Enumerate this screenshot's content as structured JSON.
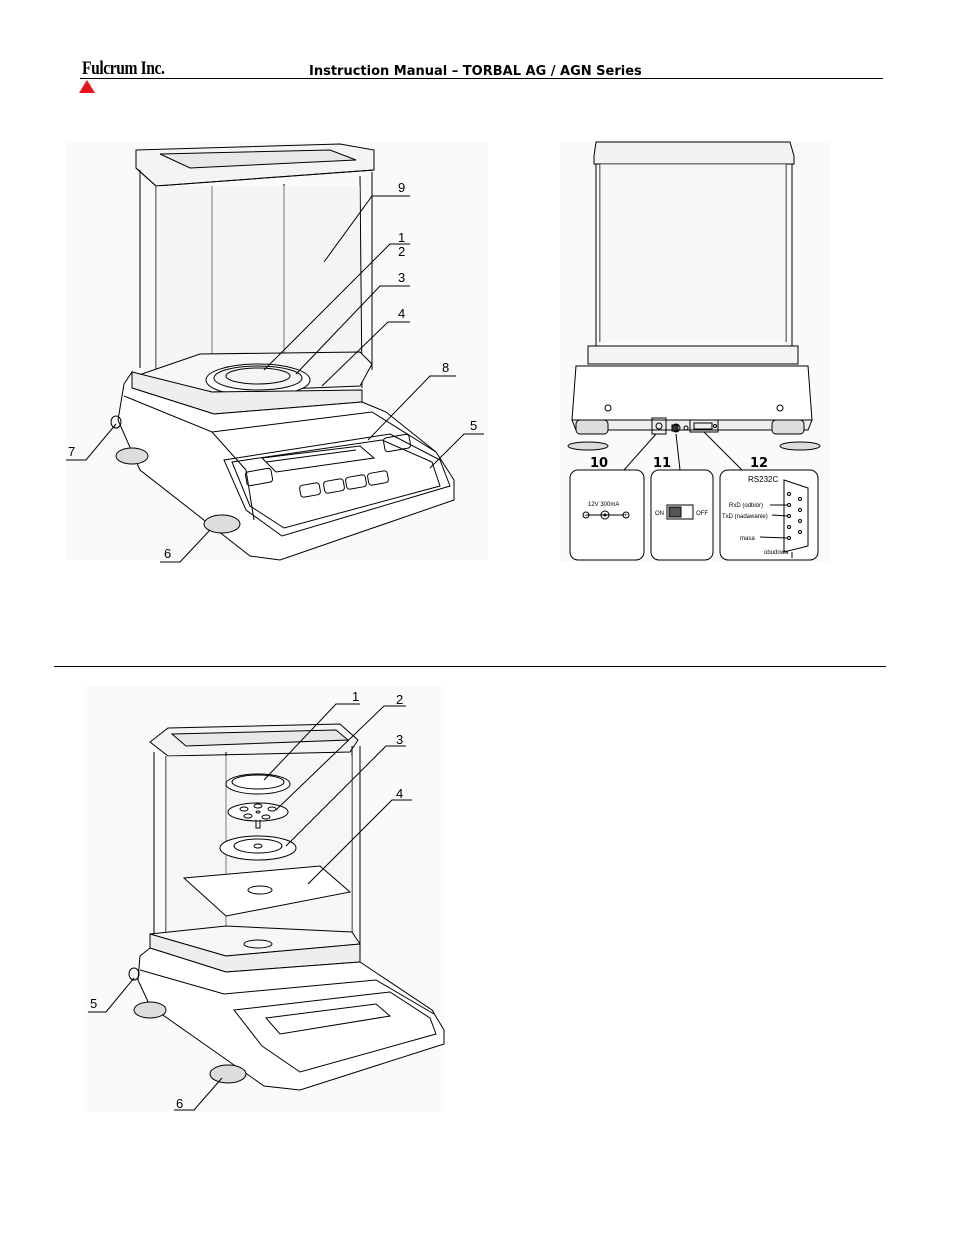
{
  "header": {
    "logo_text": "Fulcrum Inc.",
    "title": "Instruction Manual – TORBAL AG / AGN Series"
  },
  "figure1": {
    "callouts": [
      "1",
      "2",
      "3",
      "4",
      "5",
      "6",
      "7",
      "8",
      "9"
    ]
  },
  "figure2": {
    "callouts": [
      "10",
      "11",
      "12"
    ],
    "power_label": "12V 300mA",
    "minus": "−",
    "plus": "+",
    "switch_on": "ON",
    "switch_off": "OFF",
    "port_title": "RS232C",
    "pin_rxd": "RxD (odbiór)",
    "pin_txd": "TxD (nadawanie)",
    "pin_gnd": "masa",
    "pin_case": "obudowa"
  },
  "figure3": {
    "callouts": [
      "1",
      "2",
      "3",
      "4",
      "5",
      "6"
    ]
  }
}
